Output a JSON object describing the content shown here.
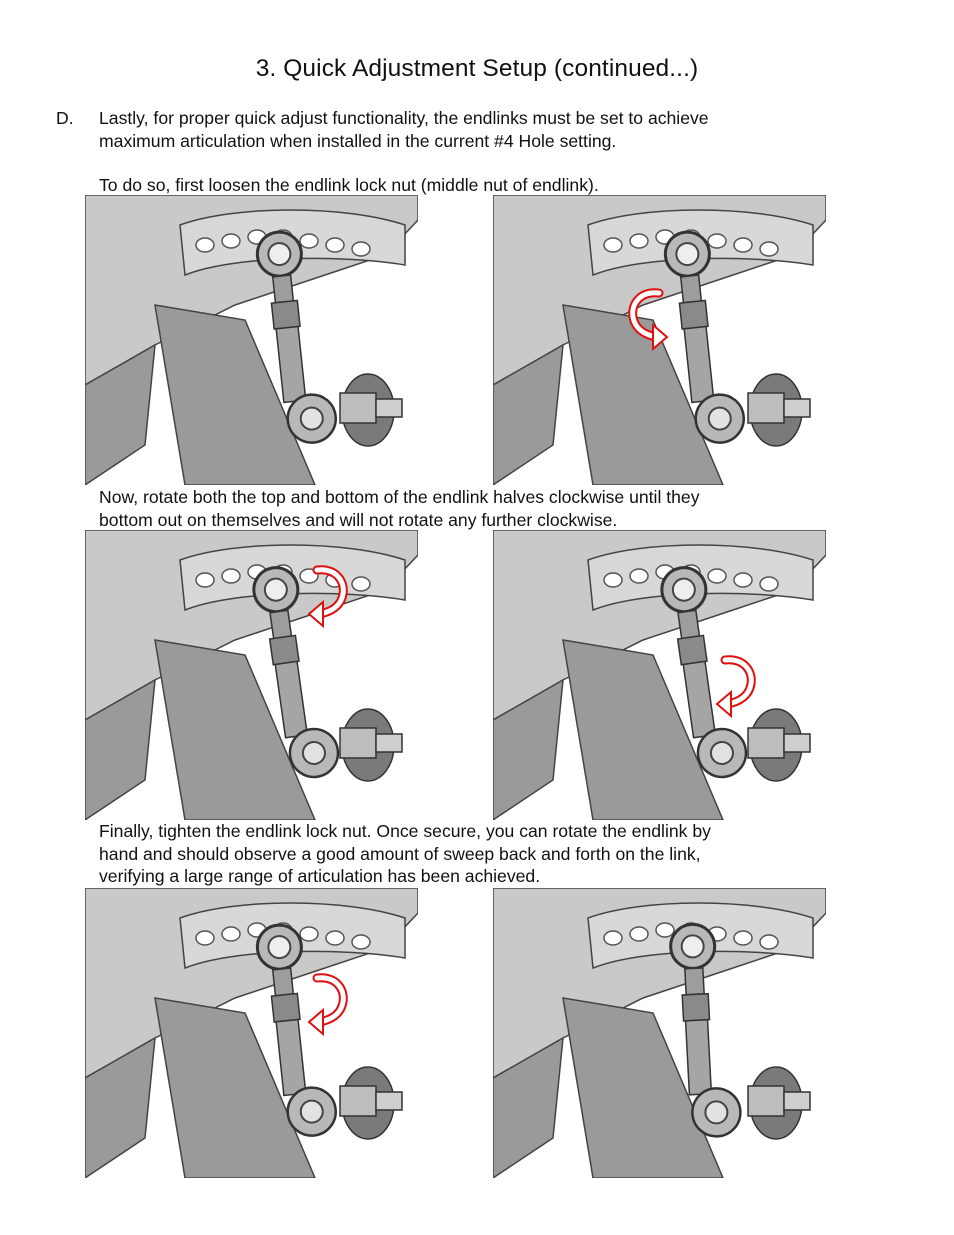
{
  "page": {
    "title": "3. Quick Adjustment Setup (continued...)"
  },
  "step": {
    "letter": "D.",
    "intro_lines": [
      "Lastly, for proper quick adjust functionality, the endlinks must be set to achieve",
      "maximum articulation when installed in the current #4 Hole setting."
    ],
    "loosen_text": "To do so, first loosen the endlink lock nut (middle nut of endlink).",
    "rotate_lines": [
      "Now, rotate both the top and bottom of the endlink halves clockwise until they",
      "bottom out on themselves and will not rotate any further clockwise."
    ],
    "tighten_lines": [
      "Finally, tighten the endlink lock nut.  Once secure, you can rotate the endlink by",
      "hand and should observe a good amount of sweep back and forth on the link,",
      "verifying a large range of articulation has been achieved."
    ]
  },
  "figures": [
    {
      "name": "figure-initial-endlink",
      "arrow": "none",
      "icon": "endlink-illustration"
    },
    {
      "name": "figure-loosen-lock-nut",
      "arrow": "lock-nut",
      "icon": "rotate-arrow-icon"
    },
    {
      "name": "figure-rotate-top-half",
      "arrow": "top",
      "icon": "rotate-arrow-icon"
    },
    {
      "name": "figure-rotate-bottom-half",
      "arrow": "bottom",
      "icon": "rotate-arrow-icon"
    },
    {
      "name": "figure-tighten-lock-nut",
      "arrow": "top-nut",
      "icon": "rotate-arrow-icon"
    },
    {
      "name": "figure-final-articulation",
      "arrow": "none",
      "icon": "endlink-illustration"
    }
  ],
  "colors": {
    "arrow": "#e01010",
    "bracket_light": "#c9c9c9",
    "bracket_mid": "#9a9a9a",
    "bracket_dark": "#6a6a6a",
    "metal": "#b8b8b8"
  }
}
